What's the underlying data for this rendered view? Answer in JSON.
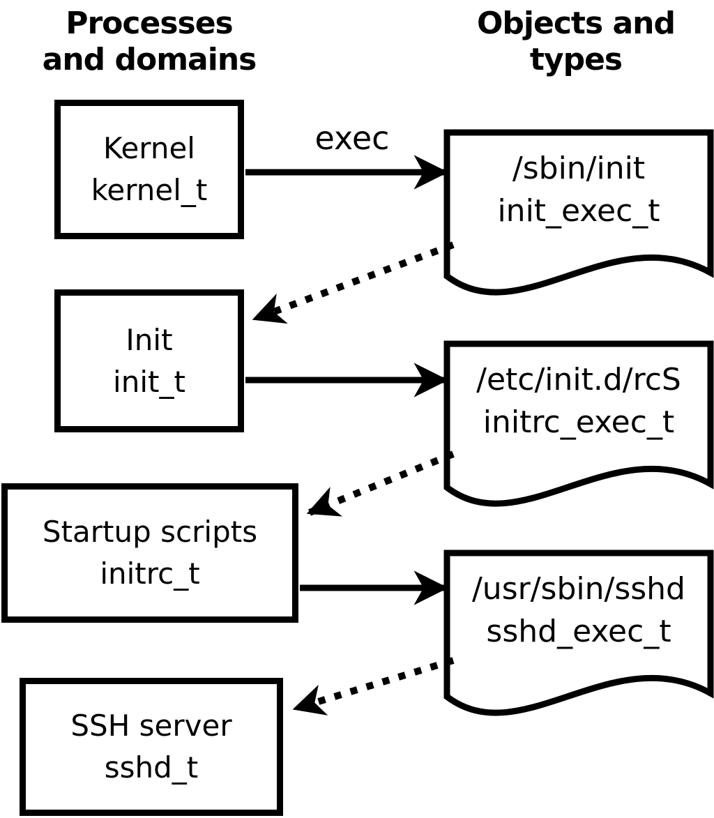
{
  "headers": {
    "left": {
      "line1": "Processes",
      "line2": "and domains"
    },
    "right": {
      "line1": "Objects and",
      "line2": "types"
    }
  },
  "process_nodes": [
    {
      "id": "kernel",
      "name": "Kernel",
      "type_label": "kernel_t"
    },
    {
      "id": "init",
      "name": "Init",
      "type_label": "init_t"
    },
    {
      "id": "startup",
      "name": "Startup scripts",
      "type_label": "initrc_t"
    },
    {
      "id": "ssh",
      "name": "SSH server",
      "type_label": "sshd_t"
    }
  ],
  "object_nodes": [
    {
      "id": "init_exec",
      "path": "/sbin/init",
      "type_label": "init_exec_t"
    },
    {
      "id": "initrc_exec",
      "path": "/etc/init.d/rcS",
      "type_label": "initrc_exec_t"
    },
    {
      "id": "sshd_exec",
      "path": "/usr/sbin/sshd",
      "type_label": "sshd_exec_t"
    }
  ],
  "edges": [
    {
      "from": "kernel_t",
      "to": "init_exec_t",
      "style": "solid",
      "label": "exec"
    },
    {
      "from": "init_exec_t",
      "to": "init_t",
      "style": "dotted",
      "label": ""
    },
    {
      "from": "init_t",
      "to": "initrc_exec_t",
      "style": "solid",
      "label": ""
    },
    {
      "from": "initrc_exec_t",
      "to": "initrc_t",
      "style": "dotted",
      "label": ""
    },
    {
      "from": "initrc_t",
      "to": "sshd_exec_t",
      "style": "solid",
      "label": ""
    },
    {
      "from": "sshd_exec_t",
      "to": "sshd_t",
      "style": "dotted",
      "label": ""
    }
  ],
  "colors": {
    "stroke": "#000000",
    "background": "#ffffff",
    "text": "#000000"
  }
}
